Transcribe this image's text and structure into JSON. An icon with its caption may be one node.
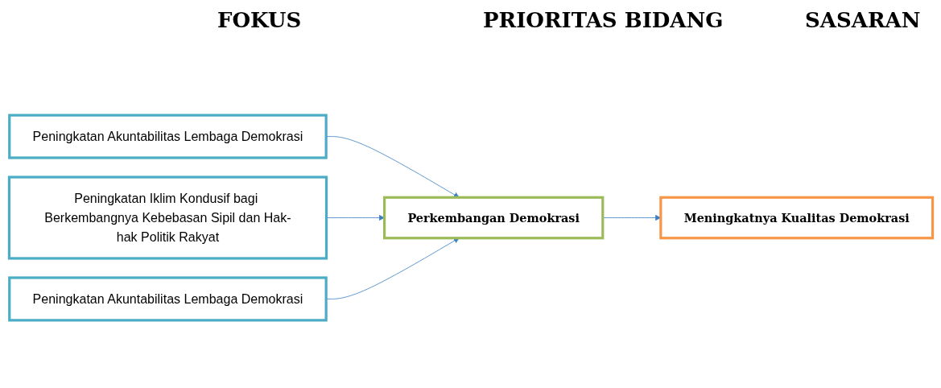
{
  "diagram": {
    "nodes": [
      {
        "text": [
          "Peningkatan Akuntabilitas Lembaga Demokrasi"
        ]
      },
      {
        "text": [
          "Peningkatan Iklim Kondusif bagi Berkembangnya Kebebasan Sipil dan Hak-hak Politik Rakyat"
        ]
      },
      {
        "text": [
          "Peningkatan Akuntabilitas Lembaga Demokrasi"
        ]
      },
      {
        "text": [
          "Perkembangan Demokrasi"
        ]
      },
      {
        "text": [
          "Meningkatnya Kualitas Demokrasi"
        ]
      }
    ],
    "edges": [
      {
        "from": 0,
        "to": 3,
        "arrow": "to",
        "color": "#3a7fc4"
      },
      {
        "from": 1,
        "to": 3,
        "arrow": "to",
        "color": "#3a7fc4"
      },
      {
        "from": 2,
        "to": 3,
        "arrow": "to",
        "color": "#3a7fc4"
      },
      {
        "from": 3,
        "to": 4,
        "arrow": "to",
        "color": "#3a7fc4"
      }
    ],
    "labels": [
      "FOKUS",
      "PRIORITAS BIDANG",
      "SASARAN"
    ]
  }
}
